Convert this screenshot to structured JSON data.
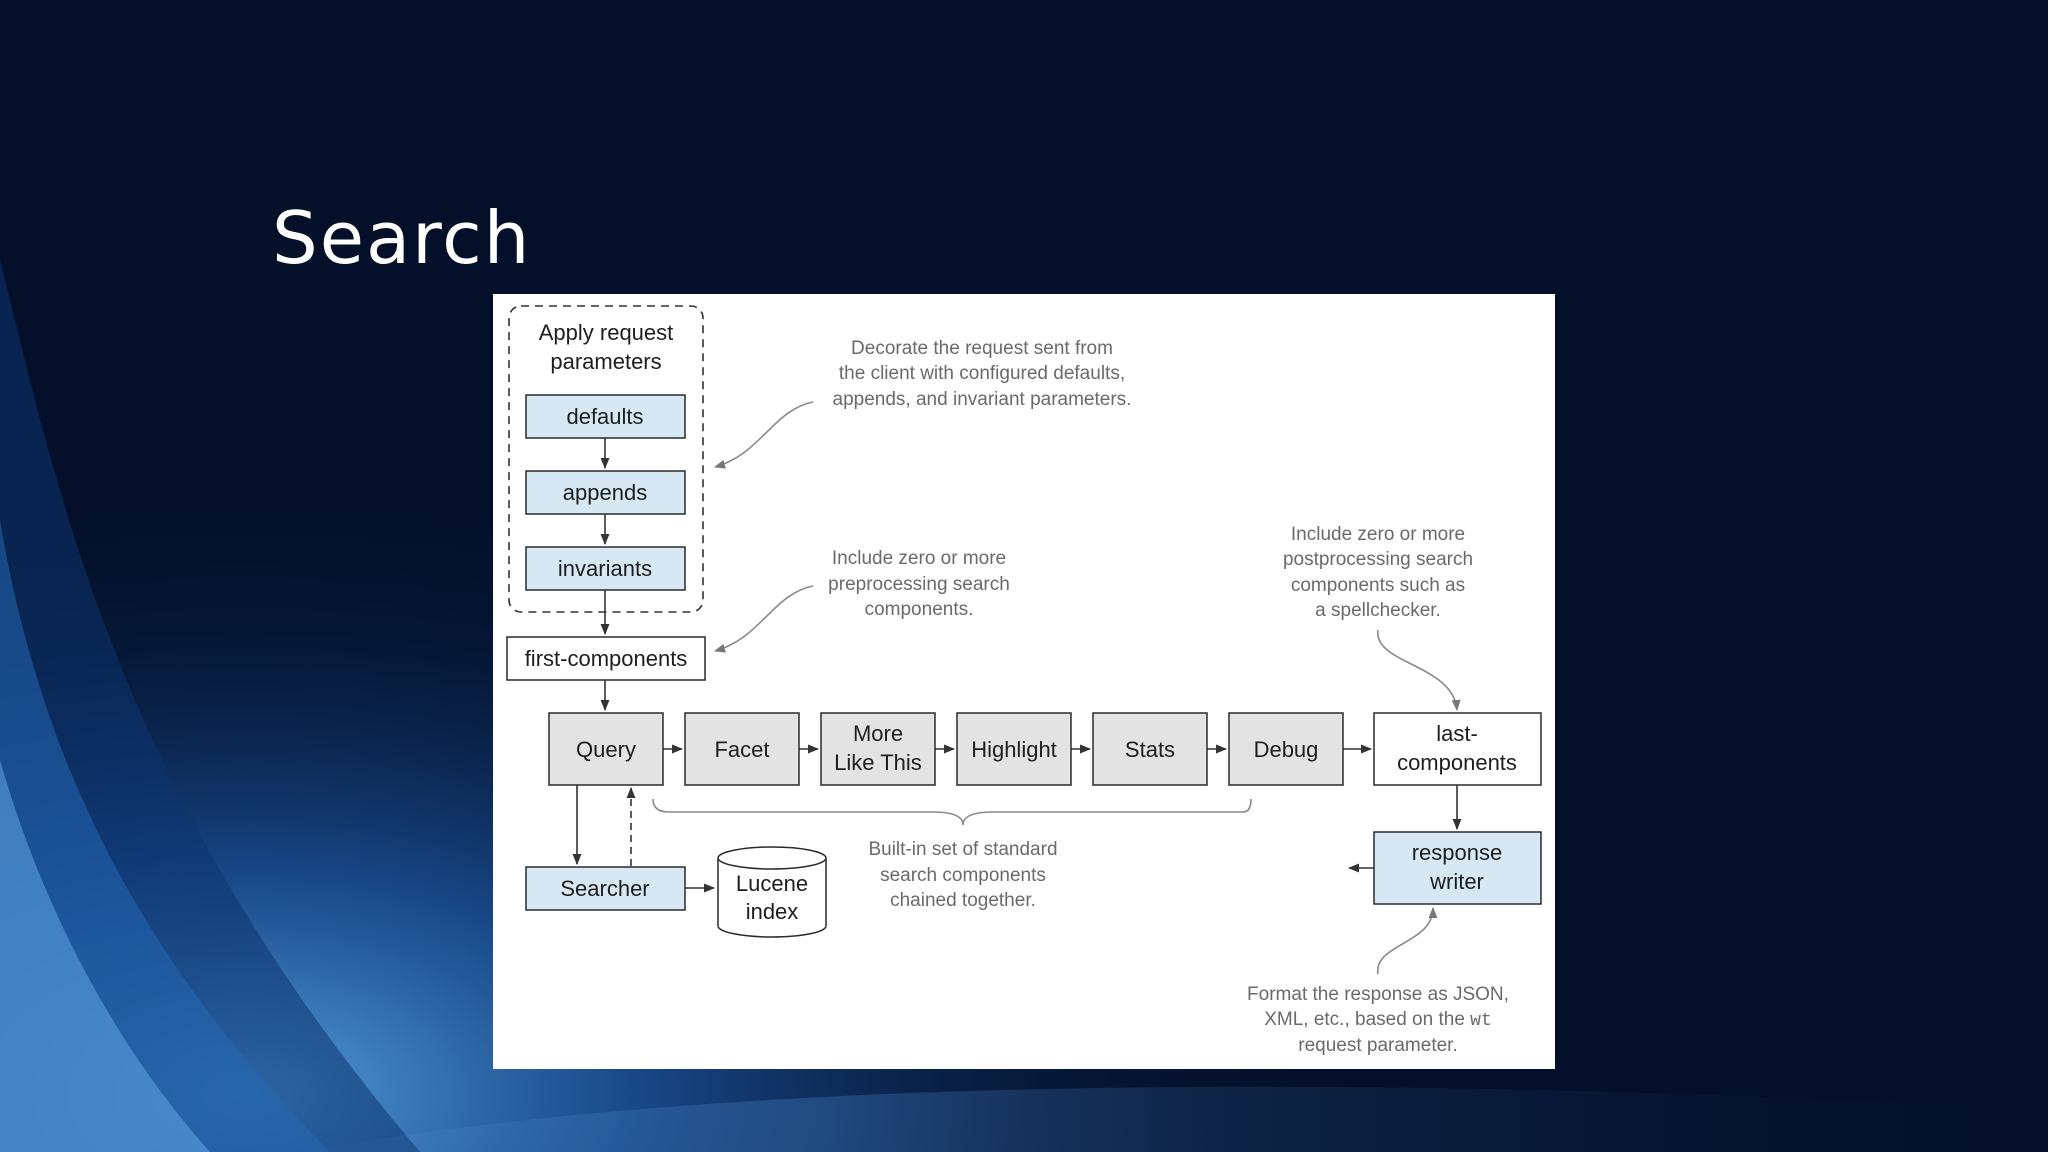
{
  "slide": {
    "title": "Search"
  },
  "diagram": {
    "request_group_label": [
      "Apply request",
      "parameters"
    ],
    "boxes": {
      "defaults": "defaults",
      "appends": "appends",
      "invariants": "invariants",
      "first_components": "first-components",
      "query": "Query",
      "facet": "Facet",
      "more_like_this": [
        "More",
        "Like This"
      ],
      "highlight": "Highlight",
      "stats": "Stats",
      "debug": "Debug",
      "last_components": [
        "last-",
        "components"
      ],
      "response_writer": [
        "response",
        "writer"
      ],
      "searcher": "Searcher",
      "lucene_index": [
        "Lucene",
        "index"
      ]
    },
    "notes": {
      "decorate": [
        "Decorate the request sent from",
        "the client with configured defaults,",
        "appends, and invariant parameters."
      ],
      "preprocessing": [
        "Include zero or more",
        "preprocessing search",
        "components."
      ],
      "postprocessing": [
        "Include zero or more",
        "postprocessing search",
        "components such as",
        "a spellchecker."
      ],
      "builtin": [
        "Built-in set of standard",
        "search components",
        "chained together."
      ],
      "format_line1": "Format the response as JSON,",
      "format_line2_prefix": "XML, etc., based on the ",
      "format_line2_code": "wt",
      "format_line3": "request parameter."
    }
  }
}
